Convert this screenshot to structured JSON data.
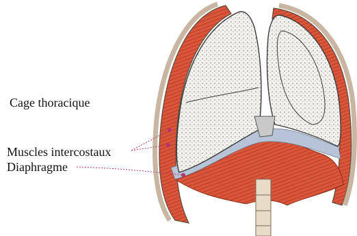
{
  "labels": {
    "cage": "Cage thoracique",
    "muscles": "Muscles intercostaux",
    "diaphragm": "Diaphragme"
  },
  "colors": {
    "muscle": "#d9563a",
    "lung_fill": "#f3f1ec",
    "pleura": "#b7c3d6",
    "rib": "#c9b6a2",
    "leader": "#b5346e"
  }
}
